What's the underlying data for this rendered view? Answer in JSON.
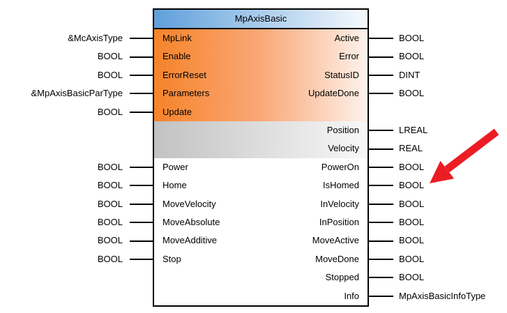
{
  "block": {
    "title": "MpAxisBasic"
  },
  "colors": {
    "header_gradient_left": "#5f9fdb",
    "header_gradient_right": "#f6fafd",
    "input_section_gradient_left": "#f6832a",
    "input_section_gradient_mid": "#f9a877",
    "input_section_gradient_right": "#fdf2ec",
    "status_section_gradient_left": "#c2c2c2",
    "status_section_gradient_right": "#f8f8f8",
    "border": "#000000",
    "text": "#000000",
    "arrow": "#ec1c24"
  },
  "annotation": {
    "arrow_icon": "red-arrow"
  },
  "rows": [
    {
      "left_type": "&McAxisType",
      "input": "MpLink",
      "output": "Active",
      "right_type": "BOOL"
    },
    {
      "left_type": "BOOL",
      "input": "Enable",
      "output": "Error",
      "right_type": "BOOL"
    },
    {
      "left_type": "BOOL",
      "input": "ErrorReset",
      "output": "StatusID",
      "right_type": "DINT"
    },
    {
      "left_type": "&MpAxisBasicParType",
      "input": "Parameters",
      "output": "UpdateDone",
      "right_type": "BOOL"
    },
    {
      "left_type": "BOOL",
      "input": "Update",
      "output": "",
      "right_type": ""
    },
    {
      "left_type": "",
      "input": "",
      "output": "Position",
      "right_type": "LREAL"
    },
    {
      "left_type": "",
      "input": "",
      "output": "Velocity",
      "right_type": "REAL"
    },
    {
      "left_type": "BOOL",
      "input": "Power",
      "output": "PowerOn",
      "right_type": "BOOL"
    },
    {
      "left_type": "BOOL",
      "input": "Home",
      "output": "IsHomed",
      "right_type": "BOOL"
    },
    {
      "left_type": "BOOL",
      "input": "MoveVelocity",
      "output": "InVelocity",
      "right_type": "BOOL"
    },
    {
      "left_type": "BOOL",
      "input": "MoveAbsolute",
      "output": "InPosition",
      "right_type": "BOOL"
    },
    {
      "left_type": "BOOL",
      "input": "MoveAdditive",
      "output": "MoveActive",
      "right_type": "BOOL"
    },
    {
      "left_type": "BOOL",
      "input": "Stop",
      "output": "MoveDone",
      "right_type": "BOOL"
    },
    {
      "left_type": "",
      "input": "",
      "output": "Stopped",
      "right_type": "BOOL"
    },
    {
      "left_type": "",
      "input": "",
      "output": "Info",
      "right_type": "MpAxisBasicInfoType"
    }
  ]
}
